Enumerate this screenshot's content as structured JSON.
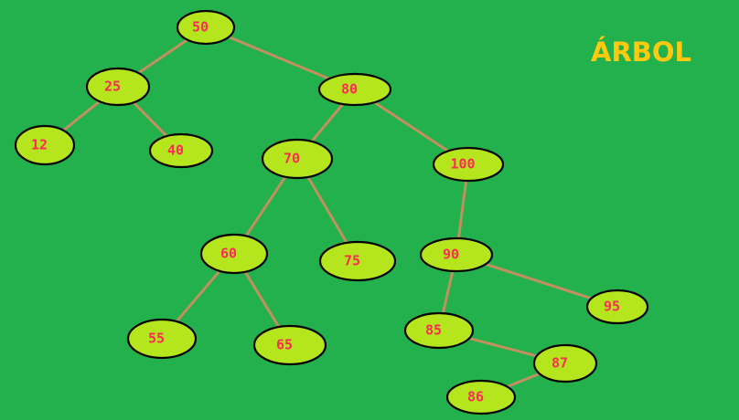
{
  "title": "ÁRBOL",
  "colors": {
    "background": "#22b14c",
    "node_fill": "#b5e61d",
    "node_stroke": "#000000",
    "node_text": "#ff2a55",
    "edge": "#c09060",
    "title": "#ffc90e"
  },
  "tree": {
    "nodes": [
      "50",
      "25",
      "80",
      "12",
      "40",
      "70",
      "100",
      "60",
      "75",
      "90",
      "55",
      "65",
      "85",
      "95",
      "87",
      "86"
    ],
    "edges": [
      [
        "50",
        "25"
      ],
      [
        "50",
        "80"
      ],
      [
        "25",
        "12"
      ],
      [
        "25",
        "40"
      ],
      [
        "80",
        "70"
      ],
      [
        "80",
        "100"
      ],
      [
        "70",
        "60"
      ],
      [
        "70",
        "75"
      ],
      [
        "100",
        "90"
      ],
      [
        "60",
        "55"
      ],
      [
        "60",
        "65"
      ],
      [
        "90",
        "85"
      ],
      [
        "90",
        "95"
      ],
      [
        "85",
        "87"
      ],
      [
        "87",
        "86"
      ]
    ]
  }
}
